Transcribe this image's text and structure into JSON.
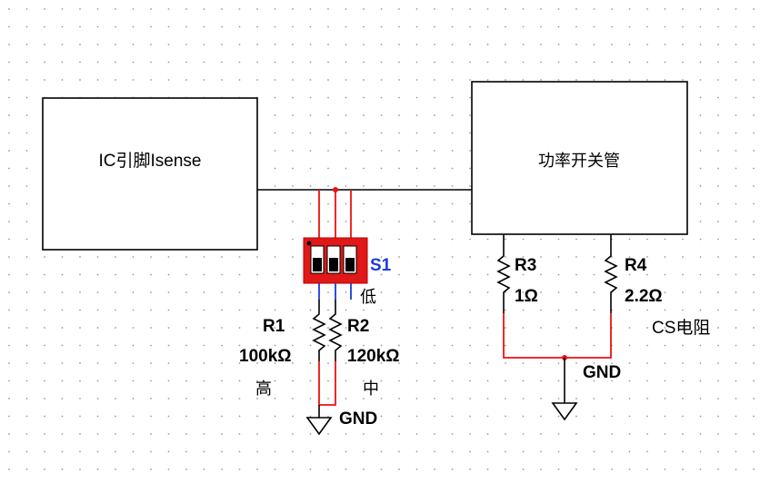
{
  "ic_block": {
    "label": "IC引脚Isense"
  },
  "switch_block": {
    "label": "功率开关管"
  },
  "switch_s1": {
    "ref": "S1",
    "color": "#1a3cdc",
    "body_color": "#e01818"
  },
  "r1": {
    "ref": "R1",
    "value": "100kΩ",
    "level": "高"
  },
  "r2": {
    "ref": "R2",
    "value": "120kΩ",
    "level": "中"
  },
  "low_label": "低",
  "r3": {
    "ref": "R3",
    "value": "1Ω"
  },
  "r4": {
    "ref": "R4",
    "value": "2.2Ω"
  },
  "cs_label": "CS电阻",
  "gnd_left": "GND",
  "gnd_right": "GND",
  "colors": {
    "wire": "#000000",
    "net_red": "#e11111",
    "net_blue": "#1a3cdc",
    "grid_dot": "#9a9a9a"
  }
}
